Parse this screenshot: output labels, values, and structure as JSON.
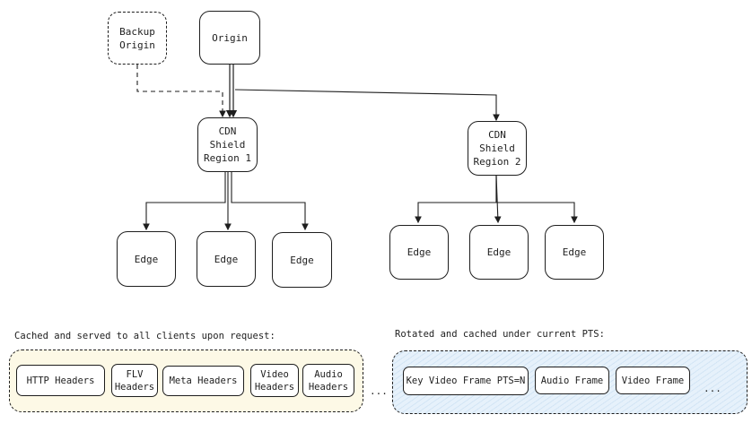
{
  "nodes": {
    "backup_origin": "Backup\nOrigin",
    "origin": "Origin",
    "shield_1": "CDN Shield\nRegion 1",
    "shield_2": "CDN Shield\nRegion 2",
    "edge": "Edge"
  },
  "cached_section": {
    "caption": "Cached and served to all clients upon request:",
    "items": [
      "HTTP Headers",
      "FLV\nHeaders",
      "Meta Headers",
      "Video\nHeaders",
      "Audio\nHeaders"
    ],
    "ellipsis": "..."
  },
  "rotated_section": {
    "caption": "Rotated and cached under current PTS:",
    "items": [
      "Key Video Frame PTS=N",
      "Audio Frame",
      "Video Frame"
    ],
    "ellipsis": "..."
  },
  "colors": {
    "stroke": "#1e1e1e",
    "cached_fill": "#fdf9e6",
    "rotated_fill": "#e6f1fb"
  }
}
